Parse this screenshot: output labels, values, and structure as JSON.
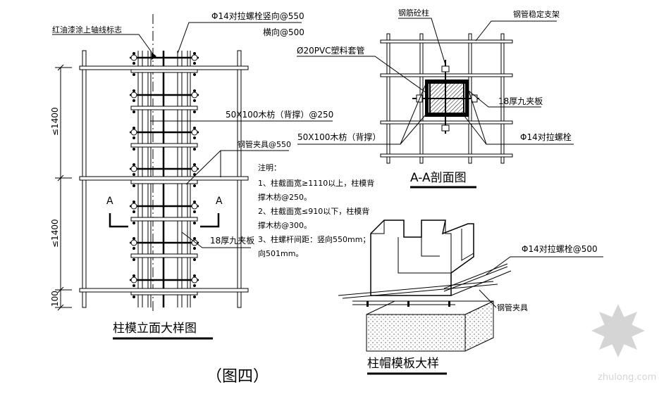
{
  "elevation": {
    "title": "柱模立面大样图",
    "axis_mark_label": "红油漆涂上轴线标志",
    "bolt_label_line1": "Φ14对拉螺栓竖向@550",
    "bolt_label_line2": "横向@500",
    "timber_label": "50X100木枋（背撑）@250",
    "clamp_label": "钢管夹具@550",
    "plywood_label": "18厚九夹板",
    "section_mark_left": "A",
    "section_mark_right": "A",
    "dimensions": [
      "≤1400",
      "≤1400",
      "100"
    ]
  },
  "notes": {
    "heading": "注明：",
    "lines": [
      "1、柱截面宽≥1110以上，柱模背",
      "撑木枋@250。",
      "2、柱截面宽≤910以下，柱模背",
      "撑木枋@300。",
      "3、柱螺杆间距：竖向550mm；横",
      "向501mm。"
    ]
  },
  "section": {
    "title": "A-A剖面图",
    "column_label": "钢筋砼柱",
    "frame_label": "钢管稳定支架",
    "sleeve_label": "Ø20PVC塑料套管",
    "plywood_label": "18厚九夹板",
    "timber_label": "50X100木枋（背撑）",
    "bolt_label": "Φ14对拉螺栓"
  },
  "cap": {
    "title": "柱帽模板大样",
    "bolt_label": "Φ14对拉螺栓@500",
    "clamp_label": "钢管夹具"
  },
  "figure_caption": "（图四）",
  "watermark": "zhulong.com"
}
